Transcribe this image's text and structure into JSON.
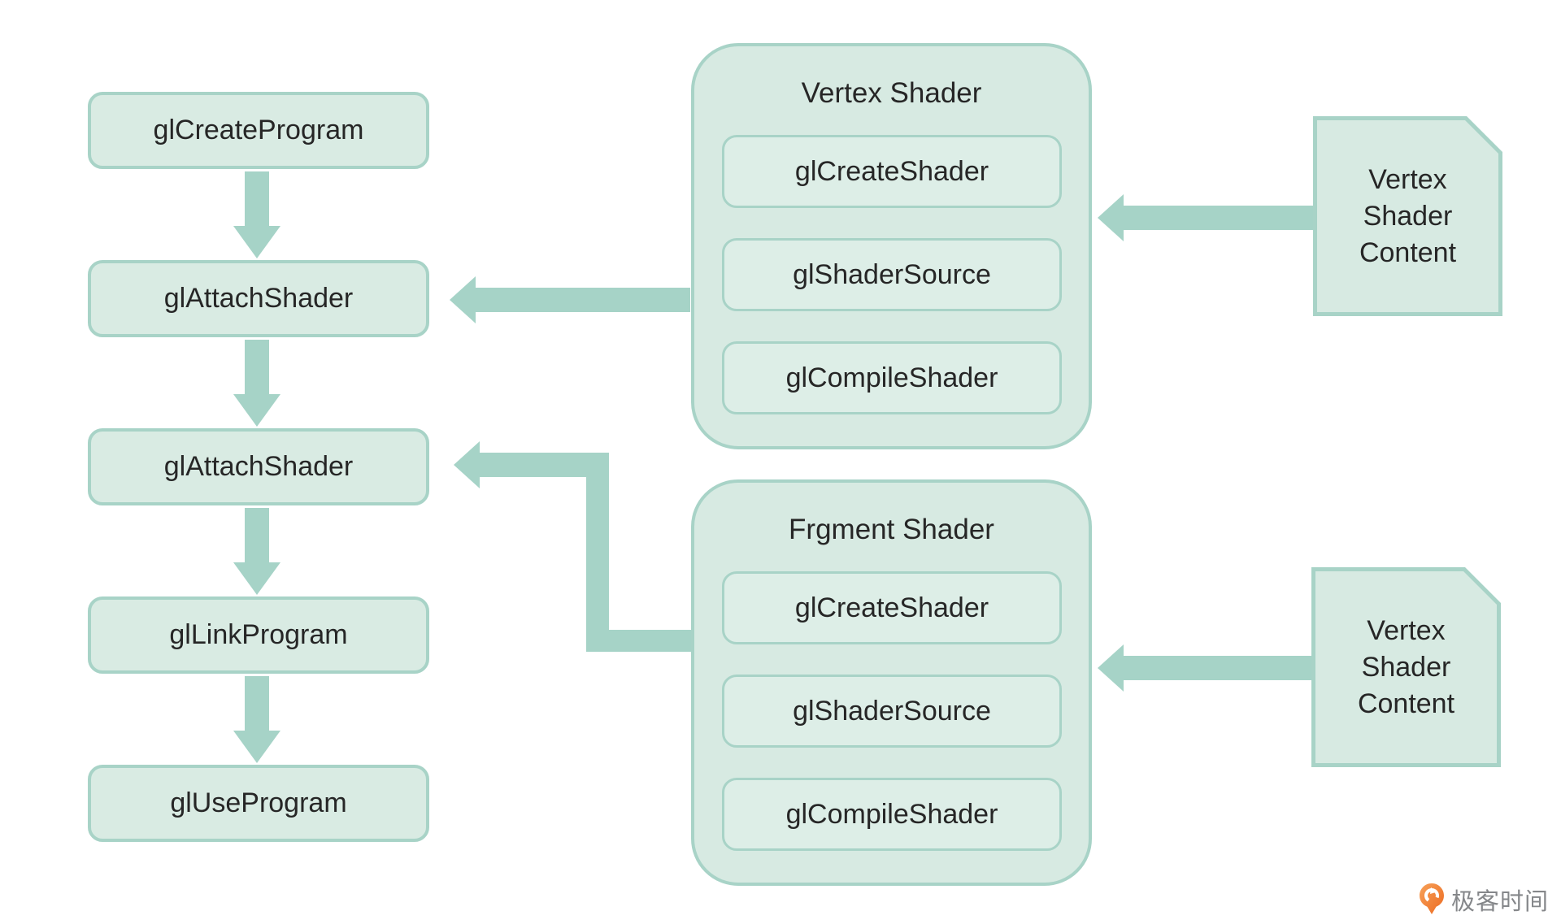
{
  "flow": {
    "steps": [
      "glCreateProgram",
      "glAttachShader",
      "glAttachShader",
      "glLinkProgram",
      "glUseProgram"
    ]
  },
  "shader_groups": [
    {
      "title": "Vertex Shader",
      "steps": [
        "glCreateShader",
        "glShaderSource",
        "glCompileShader"
      ]
    },
    {
      "title": "Frgment Shader",
      "steps": [
        "glCreateShader",
        "glShaderSource",
        "glCompileShader"
      ]
    }
  ],
  "documents": [
    {
      "lines": [
        "Vertex",
        "Shader",
        "Content"
      ]
    },
    {
      "lines": [
        "Vertex",
        "Shader",
        "Content"
      ]
    }
  ],
  "branding": {
    "logo_text": "极客时间"
  },
  "colors": {
    "box_fill": "#d9ebe3",
    "container_fill": "#d7eae2",
    "inner_box_fill": "#ddeee7",
    "border": "#a8d3c7",
    "arrow": "#a6d3c7",
    "text": "#262626",
    "logo_text": "#85878a",
    "logo_orange": "#ee6f26"
  }
}
